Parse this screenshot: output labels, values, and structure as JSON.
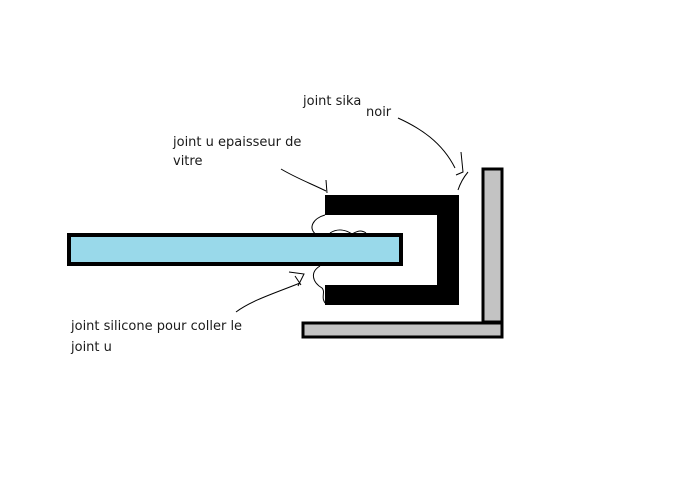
{
  "labels": {
    "joint_sika_line1": "joint sika",
    "joint_sika_line2": "noir",
    "joint_u_line1": "joint u epaisseur de",
    "joint_u_line2": "vitre",
    "joint_silicone_line1": "joint silicone pour coller le",
    "joint_silicone_line2": "joint u"
  },
  "colors": {
    "glass": "#99d9ea",
    "u_joint": "#000000",
    "frame": "#c3c3c3",
    "outline": "#000000",
    "leader_line": "#000000"
  }
}
